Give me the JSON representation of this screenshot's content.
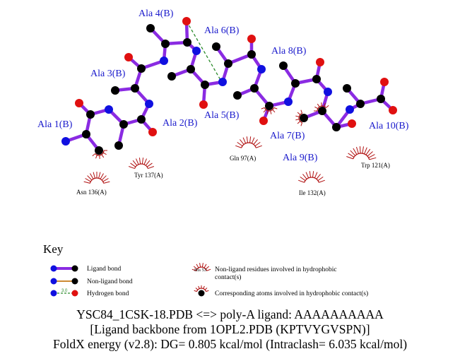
{
  "ligand_residues": [
    "Ala 1(B)",
    "Ala 2(B)",
    "Ala 3(B)",
    "Ala 4(B)",
    "Ala 5(B)",
    "Ala 6(B)",
    "Ala 7(B)",
    "Ala 8(B)",
    "Ala 9(B)",
    "Ala 10(B)"
  ],
  "hydrophobic_residues": [
    "Asn 136(A)",
    "Tyr 137(A)",
    "Gln 97(A)",
    "Ile 132(A)",
    "Trp 121(A)"
  ],
  "key": {
    "title": "Key",
    "ligand_bond": "Ligand bond",
    "nonligand_bond": "Non-ligand bond",
    "hydrogen_bond": "Hydrogen bond",
    "hb_example": "3.0",
    "hydrophobic_example": "His 53",
    "hydrophobic_residue_1": "Non-ligand residues involved in hydrophobic",
    "hydrophobic_residue_2": "contact(s)",
    "hydrophobic_atoms": "Corresponding atoms involved in hydrophobic contact(s)"
  },
  "caption": {
    "line1": "YSC84_1CSK-18.PDB <=> poly-A ligand: AAAAAAAAAA",
    "line2": "[Ligand backbone from 1OPL2.PDB (KPTVYGVSPN)]",
    "line3": "FoldX energy (v2.8): DG= 0.805 kcal/mol (Intraclash= 6.035 kcal/mol)"
  },
  "colors": {
    "ligand_bond": "#8a2be2",
    "nonligand_bond": "#cc8a33",
    "hydrogen_bond": "#2a8a2a",
    "carbon": "#000000",
    "nitrogen": "#1010e0",
    "oxygen": "#e01010",
    "hydrophobic_arc": "#b01010",
    "residue_label": "#1a1acc"
  }
}
